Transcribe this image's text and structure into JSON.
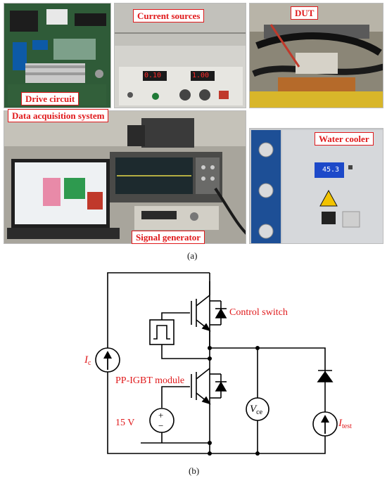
{
  "photos": {
    "drive_circuit": "Drive circuit",
    "current_sources": "Current sources",
    "dut": "DUT",
    "data_acquisition": "Data acquisition system",
    "water_cooler": "Water cooler",
    "signal_generator": "Signal generator",
    "current_display_left": "0.10",
    "current_display_right": "1.00",
    "cooler_display": "45.3"
  },
  "captions": {
    "a": "(a)",
    "b": "(b)"
  },
  "circuit": {
    "control_switch": "Control switch",
    "igbt_module": "PP-IGBT module",
    "ic_main": "I",
    "ic_sub": "c",
    "vce_main": "V",
    "vce_sub": "ce",
    "itest_main": "I",
    "itest_sub": "test",
    "voltage": "15 V",
    "plus": "+",
    "minus": "−"
  },
  "colors": {
    "label_red": "#e0191b",
    "wire": "#000000"
  }
}
